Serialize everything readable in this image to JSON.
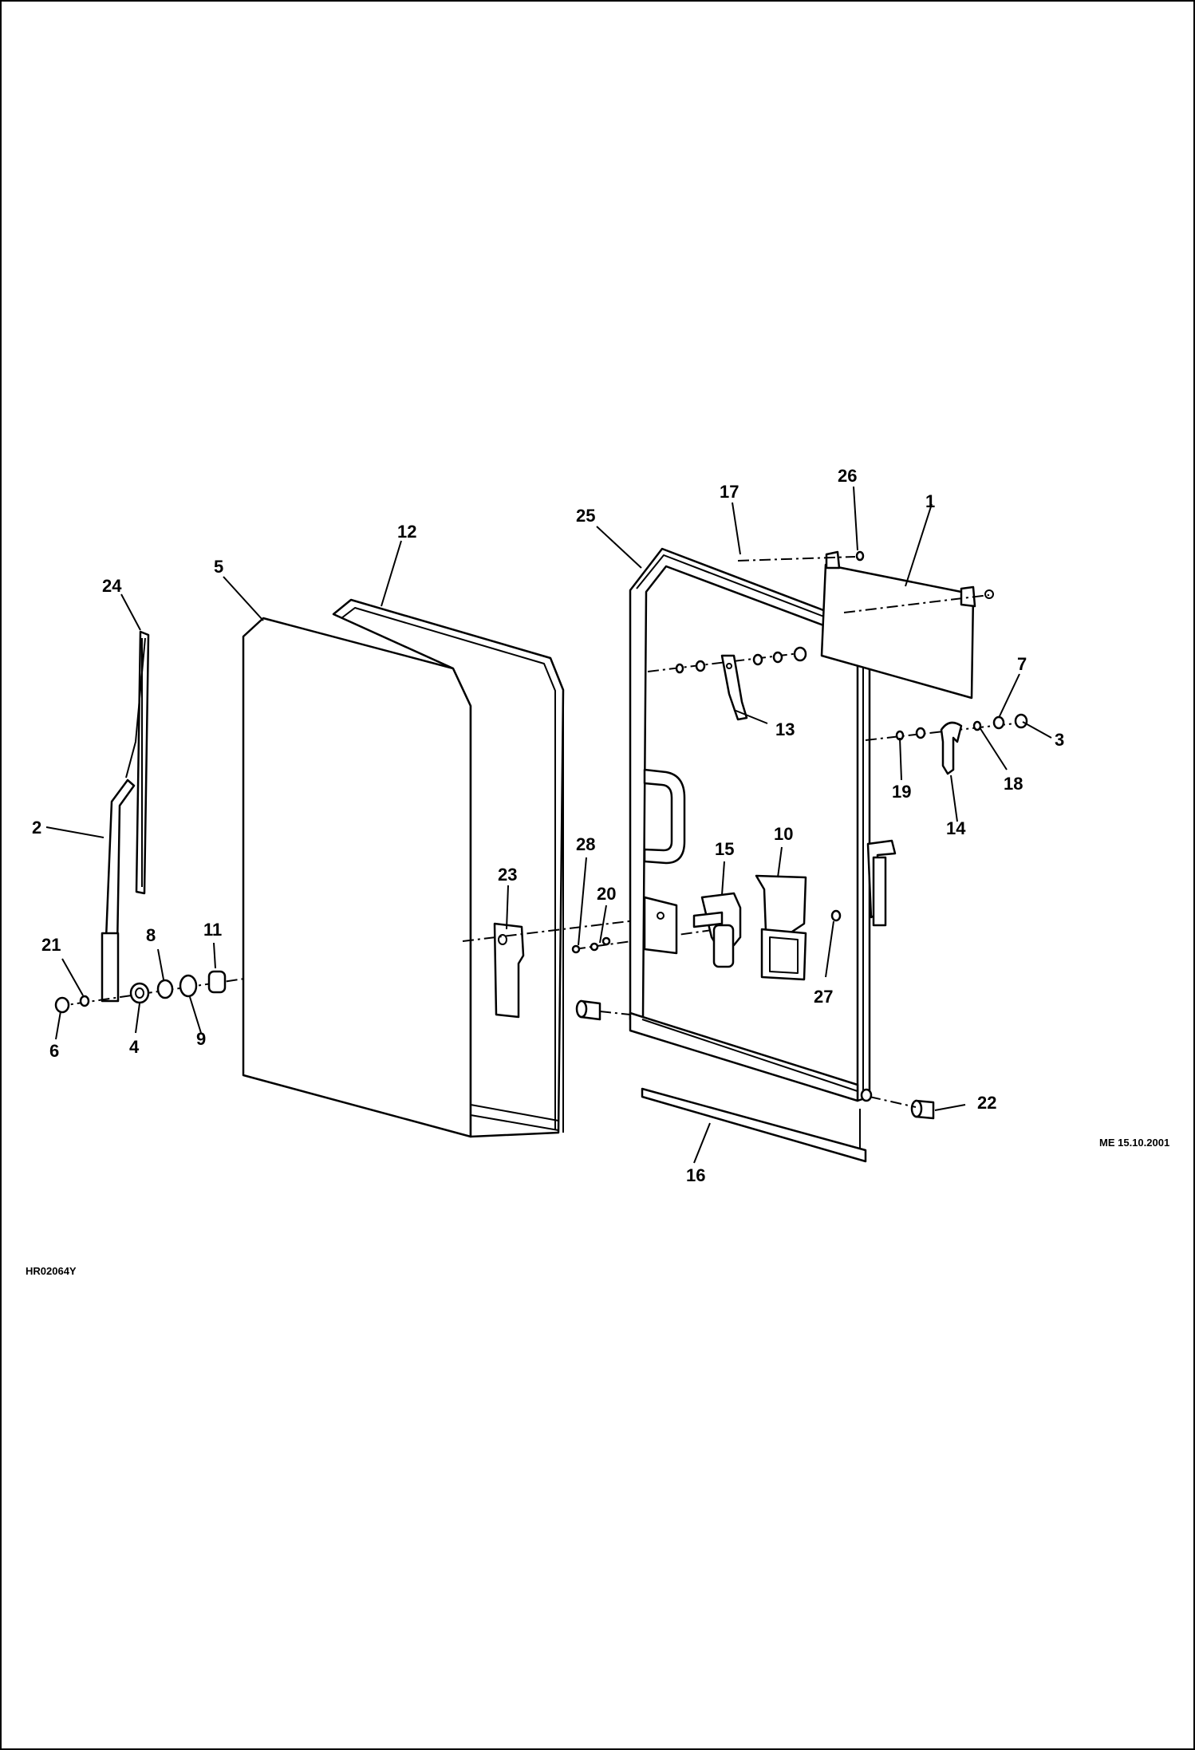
{
  "drawing": {
    "callouts": [
      {
        "id": "c1",
        "label": "1"
      },
      {
        "id": "c2",
        "label": "2"
      },
      {
        "id": "c3",
        "label": "3"
      },
      {
        "id": "c4",
        "label": "4"
      },
      {
        "id": "c5",
        "label": "5"
      },
      {
        "id": "c6",
        "label": "6"
      },
      {
        "id": "c7",
        "label": "7"
      },
      {
        "id": "c8",
        "label": "8"
      },
      {
        "id": "c9",
        "label": "9"
      },
      {
        "id": "c10",
        "label": "10"
      },
      {
        "id": "c11",
        "label": "11"
      },
      {
        "id": "c12",
        "label": "12"
      },
      {
        "id": "c13",
        "label": "13"
      },
      {
        "id": "c14",
        "label": "14"
      },
      {
        "id": "c15",
        "label": "15"
      },
      {
        "id": "c16",
        "label": "16"
      },
      {
        "id": "c17",
        "label": "17"
      },
      {
        "id": "c18",
        "label": "18"
      },
      {
        "id": "c19",
        "label": "19"
      },
      {
        "id": "c20",
        "label": "20"
      },
      {
        "id": "c21",
        "label": "21"
      },
      {
        "id": "c22",
        "label": "22"
      },
      {
        "id": "c23",
        "label": "23"
      },
      {
        "id": "c24",
        "label": "24"
      },
      {
        "id": "c25",
        "label": "25"
      },
      {
        "id": "c26",
        "label": "26"
      },
      {
        "id": "c27",
        "label": "27"
      },
      {
        "id": "c28",
        "label": "28"
      }
    ],
    "date_stamp": "ME 15.10.2001",
    "drawing_code": "HR02064Y"
  }
}
